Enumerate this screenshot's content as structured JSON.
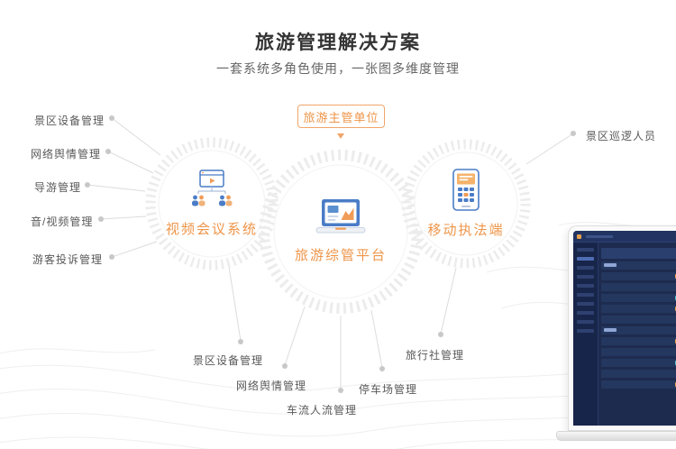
{
  "header": {
    "title": "旅游管理解决方案",
    "subtitle": "一套系统多角色使用，一张图多维度管理"
  },
  "top_badge": {
    "label": "旅游主管单位"
  },
  "nodes": [
    {
      "id": "video-conference-system",
      "label": "视频会议系统"
    },
    {
      "id": "tourism-management-platform",
      "label": "旅游综管平台"
    },
    {
      "id": "mobile-enforcement-terminal",
      "label": "移动执法端"
    }
  ],
  "left_labels": [
    "景区设备管理",
    "网络舆情管理",
    "导游管理",
    "音/视频管理",
    "游客投诉管理"
  ],
  "right_labels": [
    "景区巡逻人员"
  ],
  "bottom_labels": [
    "景区设备管理",
    "网络舆情管理",
    "车流人流管理",
    "停车场管理",
    "旅行社管理"
  ],
  "icons": {
    "left_node": "video-conference-icon",
    "center_node": "laptop-chart-icon",
    "right_node": "handheld-device-icon",
    "badge_arrow": "down-arrow-icon"
  },
  "colors": {
    "accent_orange": "#EE9549",
    "icon_blue": "#4A7CC7",
    "label_gray": "#595959",
    "connector_gray": "#DCDCDC",
    "ring_gray": "#ECECEC",
    "dashboard_navy": "#1D2B4F"
  }
}
